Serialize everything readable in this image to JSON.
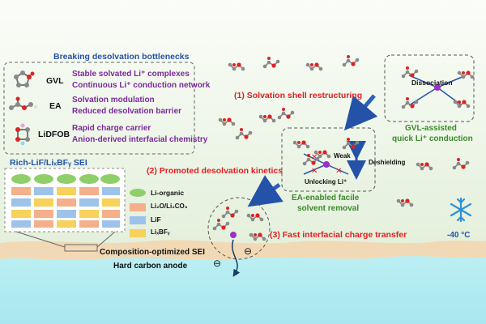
{
  "panel_title": "Breaking desolvation bottlenecks",
  "rows": [
    {
      "name": "GVL",
      "line1": "Stable solvated Li⁺ complexes",
      "line2": "Continuous Li⁺ conduction network"
    },
    {
      "name": "EA",
      "line1": "Solvation modulation",
      "line2": "Reduced desolvation barrier"
    },
    {
      "name": "LiDFOB",
      "line1": "Rapid charge carrier",
      "line2": "Anion-derived interfacial chemistry"
    }
  ],
  "steps": {
    "s1": "(1) Solvation shell restructuring",
    "s2": "(2) Promoted desolvation kinetics",
    "s3": "(3) Fast interfacial charge transfer"
  },
  "gvl_box": {
    "label": "Dissociation",
    "caption1": "GVL-assisted",
    "caption2": "quick Li⁺ conduction"
  },
  "ea_box": {
    "weak": "Weak",
    "unlocking": "Unlocking Li⁺",
    "deshielding": "Deshielding",
    "caption1": "EA-enabled facile",
    "caption2": "solvent removal"
  },
  "sei": {
    "title": "Rich-LiF/LiₓBFᵧ SEI",
    "legend": [
      "Li-organic",
      "Li₂O/Li₂CO₃",
      "LiF",
      "LiₓBFᵧ"
    ],
    "legend_colors": [
      "#8fcf6a",
      "#f4b08a",
      "#9ec3ea",
      "#f7d15a"
    ]
  },
  "layers": {
    "sei_label": "Composition-optimized SEI",
    "anode_label": "Hard carbon anode"
  },
  "temperature": "-40 °C",
  "electron_symbol": "⊖",
  "colors": {
    "purple": "#7a2a9a",
    "red": "#e02020",
    "blue": "#2452a8",
    "green": "#3a8a2a",
    "li_ion": "#9b30c9"
  }
}
